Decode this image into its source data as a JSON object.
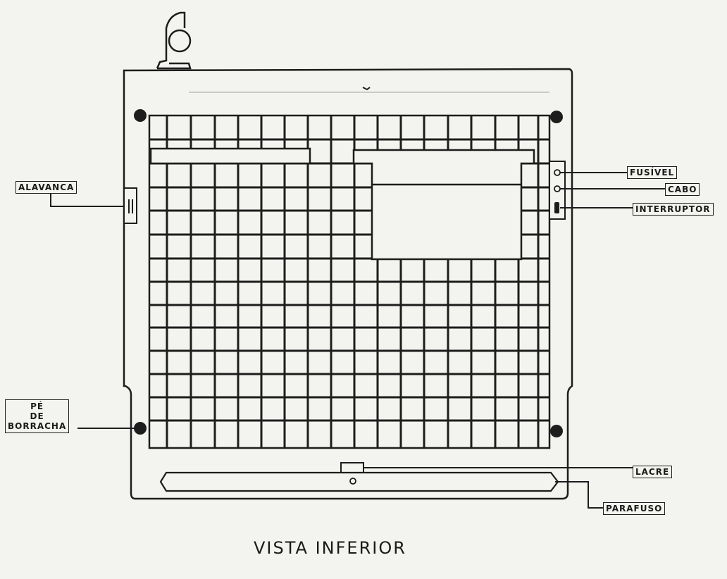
{
  "labels": {
    "fusivel": "FUSÍVEL",
    "cabo": "CABO",
    "interruptor": "INTERRUPTOR",
    "alavanca": "ALAVANCA",
    "pe": "PÉ",
    "de": "DE",
    "borracha": "BORRACHA",
    "lacre": "LACRE",
    "parafuso": "PARAFUSO"
  },
  "caption": "VISTA INFERIOR",
  "colors": {
    "ink": "#1d1d1d",
    "paper": "#f3f3ef"
  }
}
